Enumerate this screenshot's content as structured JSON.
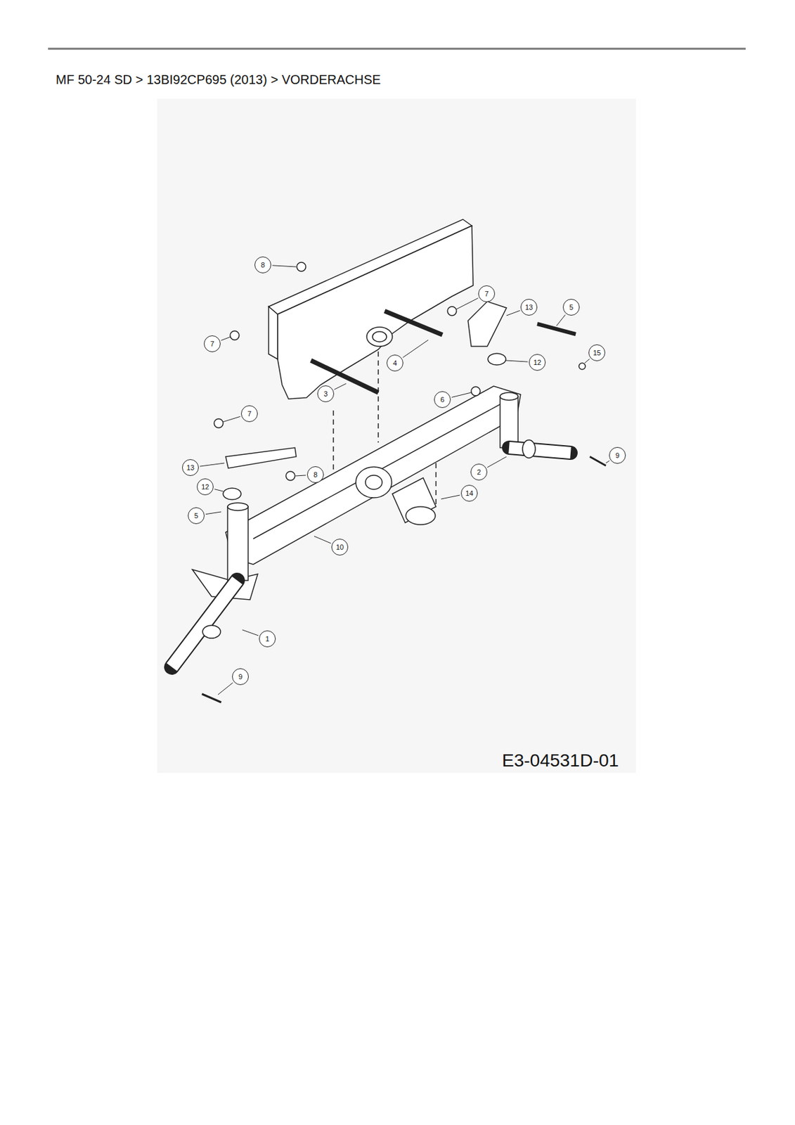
{
  "diagram": {
    "title": "MF 50-24 SD  >  13BI92CP695 (2013)  >  VORDERACHSE",
    "labels": [
      "8",
      "7",
      "7",
      "13",
      "5",
      "4",
      "15",
      "12",
      "3",
      "6",
      "7",
      "13",
      "8",
      "12",
      "5",
      "14",
      "9",
      "2",
      "10",
      "1",
      "9",
      "E3-04531D-01"
    ]
  }
}
